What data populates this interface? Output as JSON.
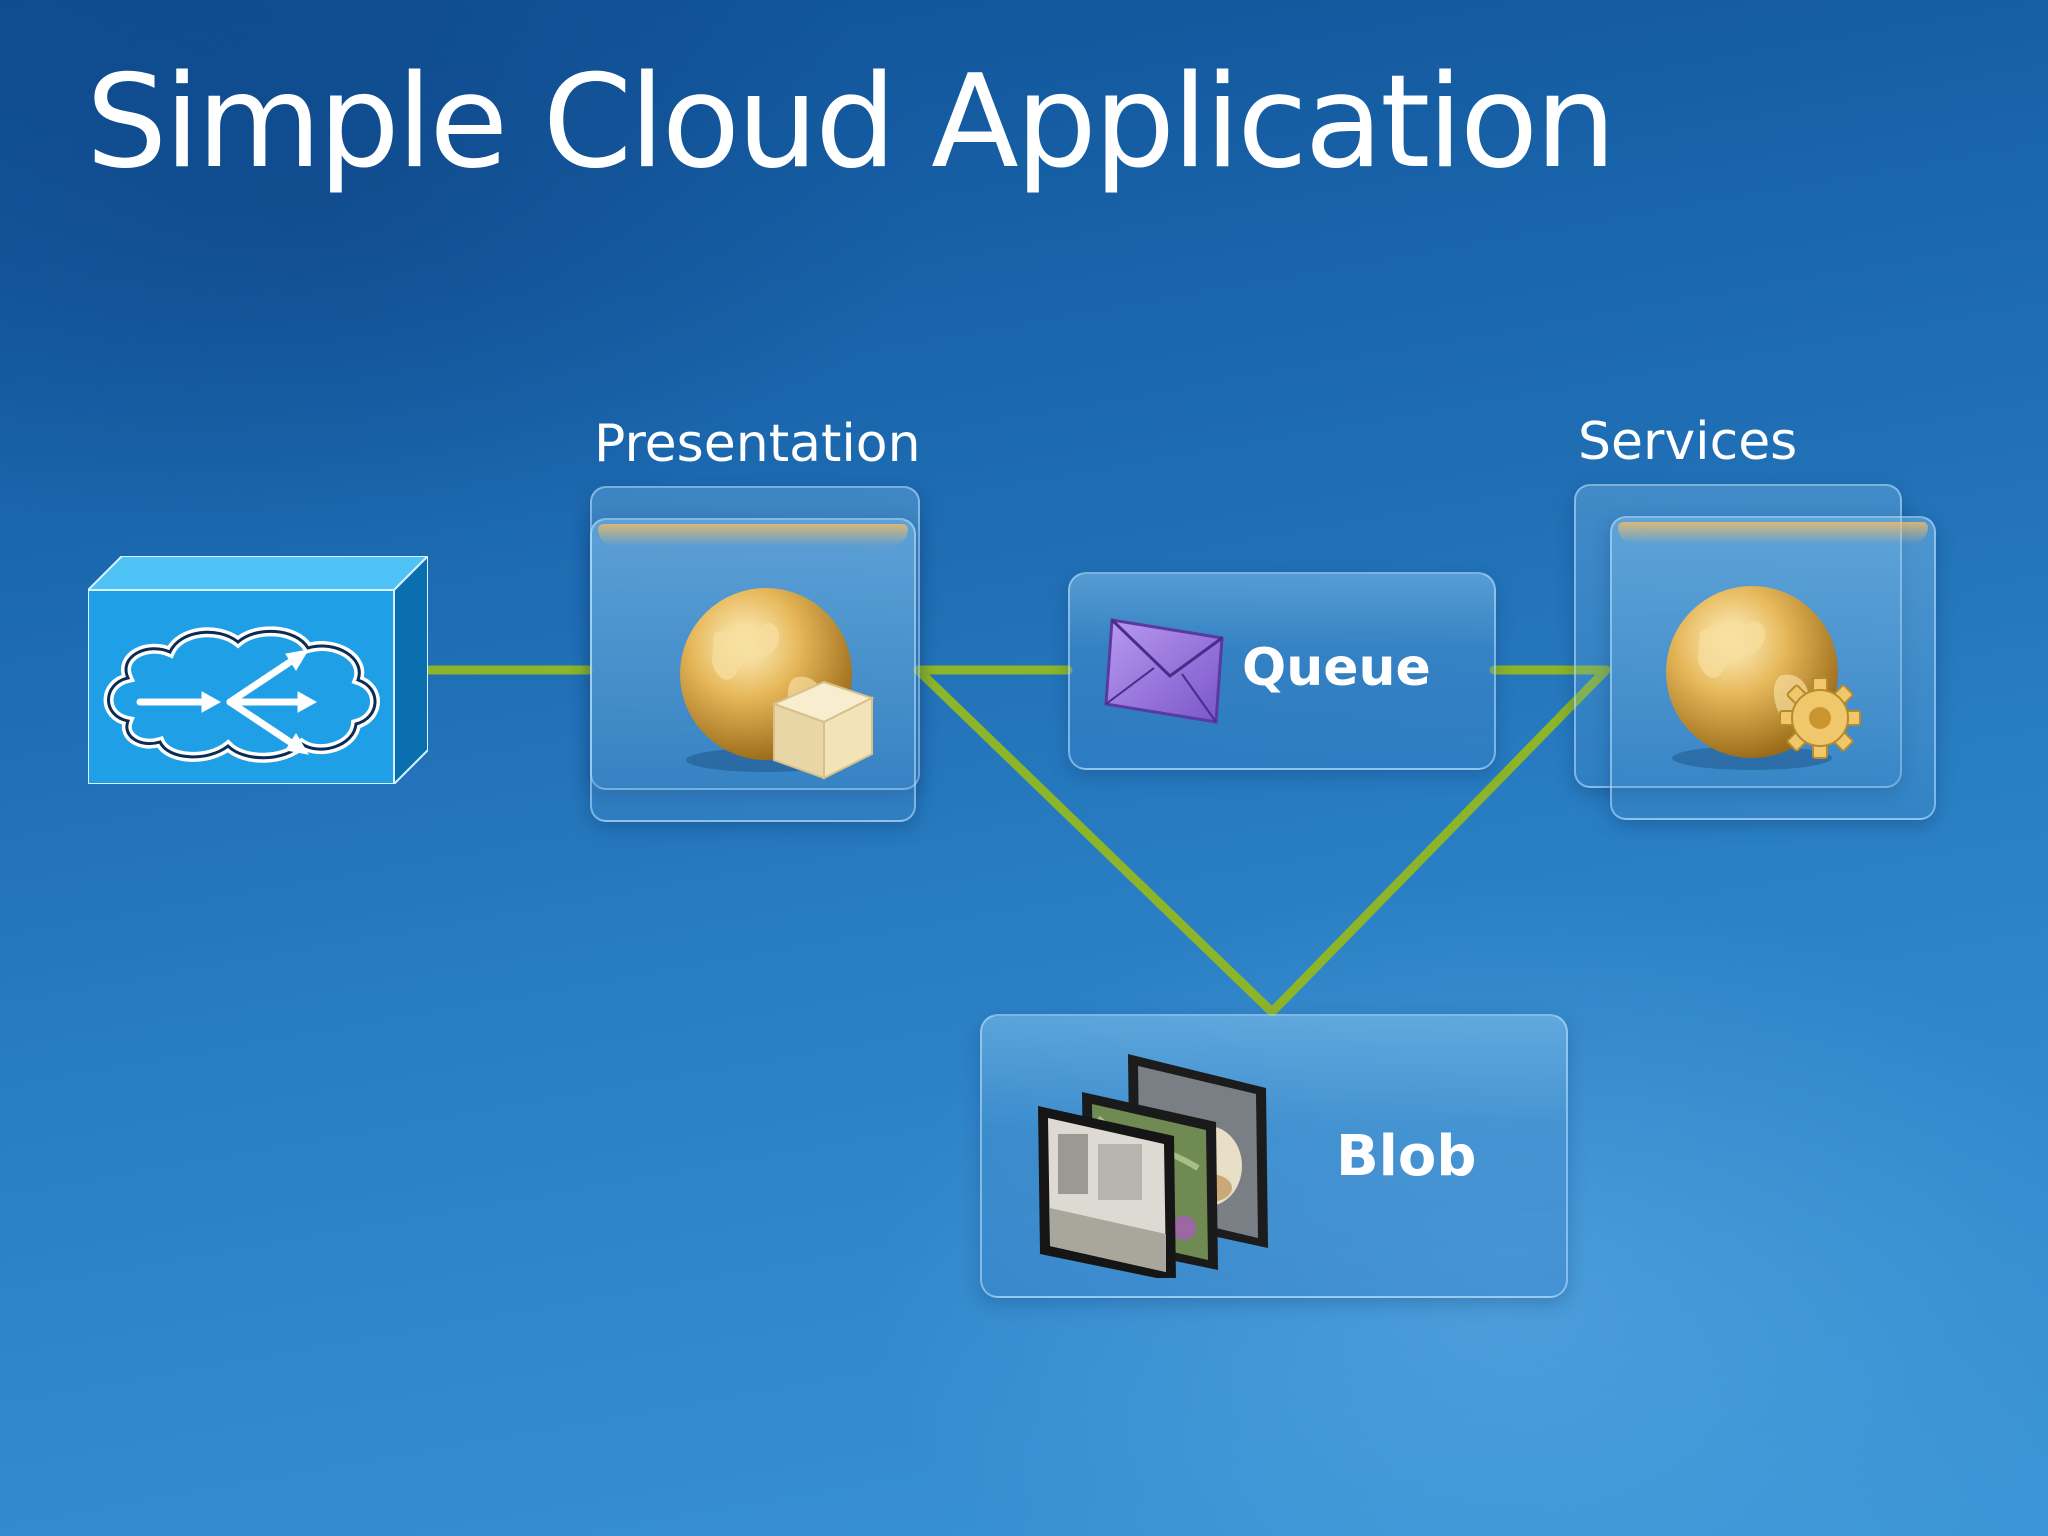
{
  "slide": {
    "title": "Simple Cloud Application"
  },
  "roles": {
    "presentation_label": "Presentation",
    "services_label": "Services"
  },
  "storage": {
    "queue_label": "Queue",
    "blob_label": "Blob"
  },
  "colors": {
    "connector": "#8db52a",
    "lb_face": "#1fa0e6",
    "globe": "#e6b85a"
  },
  "icons": {
    "load_balancer": "load-balancer-icon",
    "presentation": "globe-box-icon",
    "services": "globe-gear-icon",
    "queue": "envelope-icon",
    "blob": "photo-stack-icon"
  }
}
